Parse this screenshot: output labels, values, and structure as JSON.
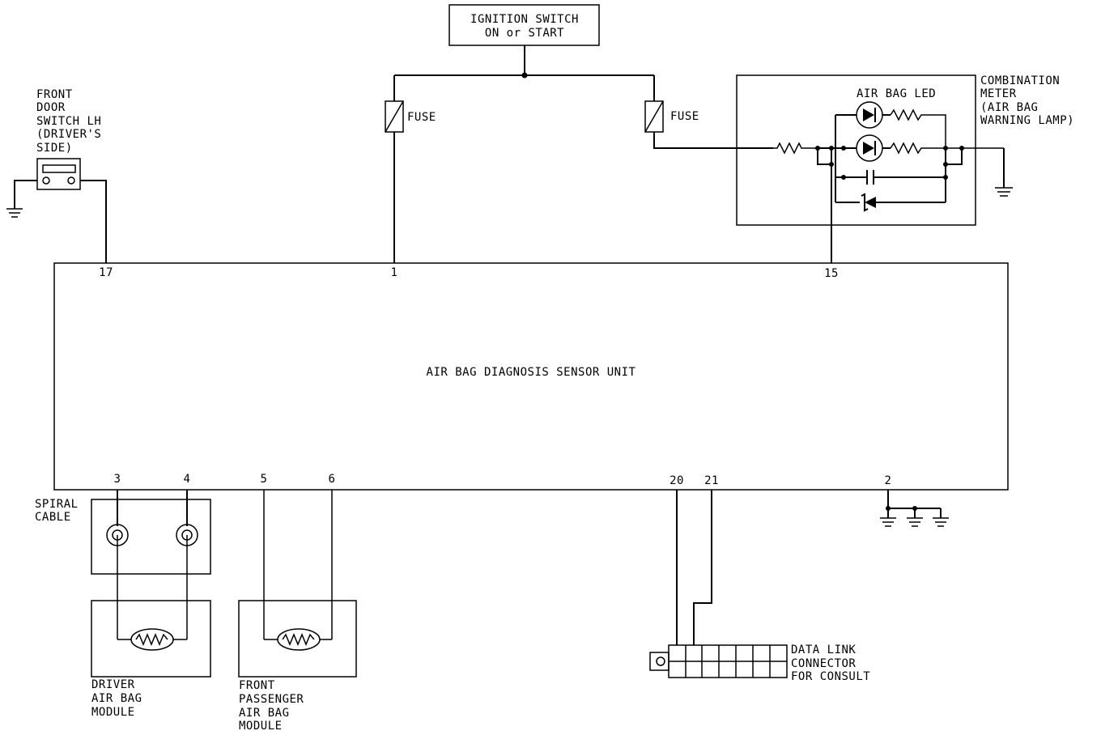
{
  "ignition": {
    "line1": "IGNITION SWITCH",
    "line2": "ON or START"
  },
  "fuse_left": "FUSE",
  "fuse_right": "FUSE",
  "combination_meter": {
    "lines": [
      "COMBINATION",
      "METER",
      "(AIR BAG",
      "WARNING LAMP)"
    ],
    "led_label": "AIR BAG LED"
  },
  "door_switch": {
    "lines": [
      "FRONT",
      "DOOR",
      "SWITCH LH",
      "(DRIVER'S",
      "SIDE)"
    ]
  },
  "sensor_unit": {
    "label": "AIR BAG DIAGNOSIS SENSOR UNIT"
  },
  "pins": {
    "p17": "17",
    "p1": "1",
    "p15": "15",
    "p3": "3",
    "p4": "4",
    "p5": "5",
    "p6": "6",
    "p20": "20",
    "p21": "21",
    "p2": "2"
  },
  "spiral_cable": {
    "lines": [
      "SPIRAL",
      "CABLE"
    ]
  },
  "driver_module": {
    "lines": [
      "DRIVER",
      "AIR BAG",
      "MODULE"
    ]
  },
  "passenger_module": {
    "lines": [
      "FRONT",
      "PASSENGER",
      "AIR BAG",
      "MODULE"
    ]
  },
  "data_link": {
    "lines": [
      "DATA LINK",
      "CONNECTOR",
      "FOR CONSULT"
    ]
  }
}
